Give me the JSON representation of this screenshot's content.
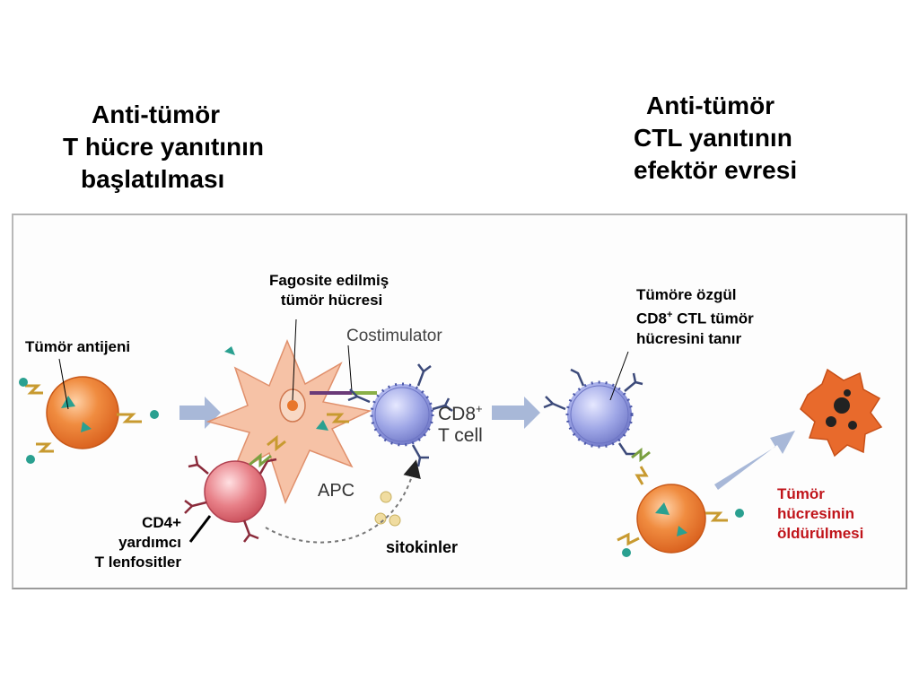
{
  "titles": {
    "left": [
      "Anti-tümör",
      "T hücre yanıtının",
      "başlatılması"
    ],
    "right": [
      "Anti-tümör",
      "CTL yanıtının",
      "efektör evresi"
    ]
  },
  "labels": {
    "phagocytosed_line1": "Fagosite edilmiş",
    "phagocytosed_line2": "tümör hücresi",
    "tumor_antigen": "Tümör antijeni",
    "recognizes_line1": "Tümöre özgül",
    "recognizes_line2_pre": "CD8",
    "recognizes_line2_sup": "+",
    "recognizes_line2_post": " CTL tümör",
    "recognizes_line3": "hücresini tanır",
    "kill_line1": "Tümör",
    "kill_line2": "hücresinin",
    "kill_line3": "öldürülmesi",
    "cd4_line1": "CD4+",
    "cd4_line2": "yardımcı",
    "cd4_line3": "T lenfositler",
    "cytokines": "sitokinler",
    "costimulator": "Costimulator",
    "cd8_line1_pre": "CD8",
    "cd8_line1_sup": "+",
    "cd8_line2": "T cell",
    "apc": "APC"
  },
  "colors": {
    "tumor_cell": "#e8762a",
    "tumor_killed": "#e86a2c",
    "apc": "#f6c2a6",
    "cd8_cell": "#8c96d8",
    "cd4_cell": "#e0707a",
    "arrow": "#a8b8d8",
    "antigen": "#2aa090",
    "kill_text": "#c0141a"
  }
}
